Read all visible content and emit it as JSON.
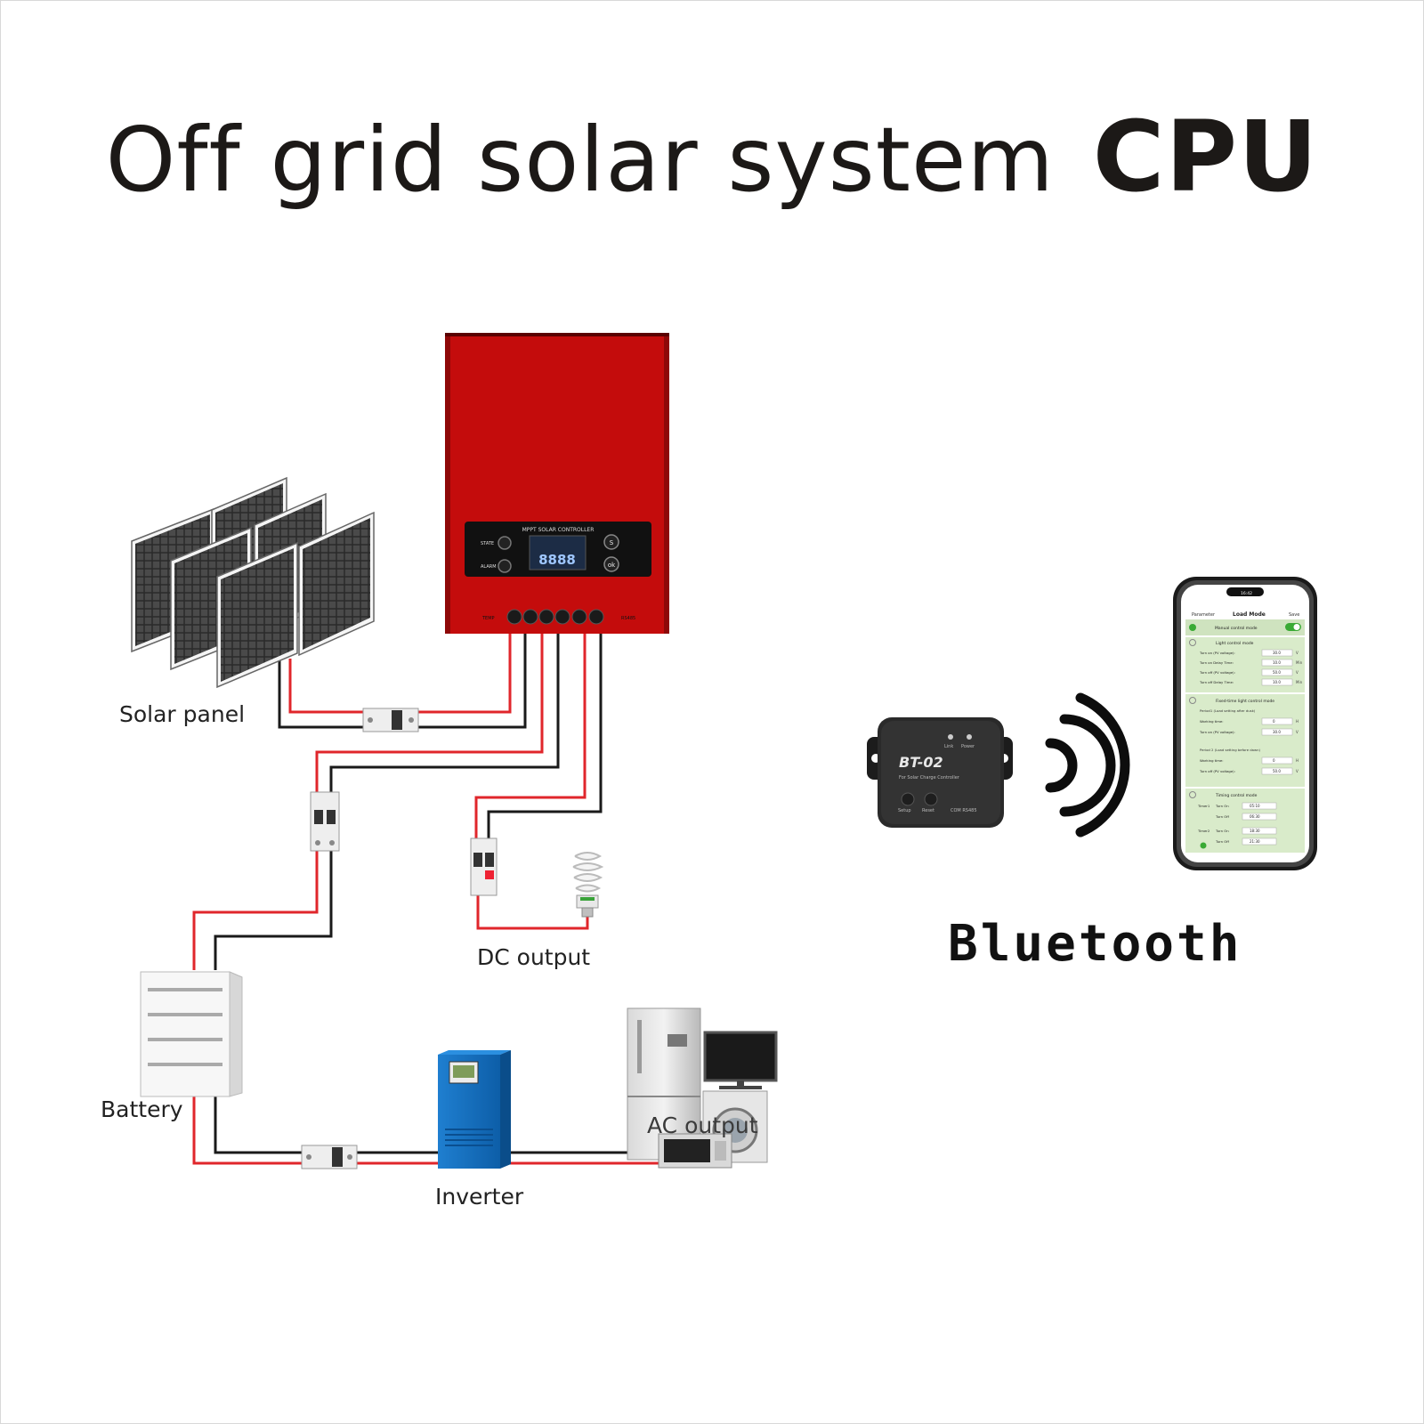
{
  "title": {
    "main": "Off grid solar system ",
    "emphasis": "CPU"
  },
  "controller": {
    "panel_title": "MPPT SOLAR CONTROLLER",
    "state_label": "STATE",
    "alarm_label": "ALARM",
    "display_value": "8888",
    "button_s": "S",
    "button_ok": "ok",
    "port_left": "TEMP",
    "port_right": "RS485",
    "color": "#c40c0c"
  },
  "labels": {
    "solar_panel": "Solar panel",
    "battery": "Battery",
    "dc_output": "DC output",
    "inverter": "Inverter",
    "ac_output": "AC output",
    "bluetooth": "Bluetooth"
  },
  "bt_module": {
    "model": "BT-02",
    "subtitle": "For Solar Charge Controller",
    "btn1": "Setup",
    "btn2": "Reset",
    "port": "COM RS485",
    "led1": "Link",
    "led2": "Power"
  },
  "phone": {
    "time": "16:42",
    "back_label": "Parameter",
    "screen_title": "Load Mode",
    "save_label": "Save",
    "sections": {
      "manual": "Manual control mode",
      "light": "Light control mode",
      "fixed": "Fixed-time light control mode",
      "timing": "Timing control mode"
    },
    "light_rows": [
      {
        "label": "Turn on (PV voltage):",
        "value": "30.0",
        "unit": "V"
      },
      {
        "label": "Turn on Delay Time:",
        "value": "10.0",
        "unit": "Min"
      },
      {
        "label": "Turn off (PV voltage):",
        "value": "50.0",
        "unit": "V"
      },
      {
        "label": "Turn off Delay Time:",
        "value": "10.0",
        "unit": "Min"
      }
    ],
    "period1": "Period1 (Load setting after dusk)",
    "period1_rows": [
      {
        "label": "Working time:",
        "value": "0",
        "unit": "H"
      },
      {
        "label": "Turn on (PV voltage):",
        "value": "30.0",
        "unit": "V"
      }
    ],
    "period2": "Period 2 (Load setting before dawn)",
    "period2_rows": [
      {
        "label": "Working time:",
        "value": "0",
        "unit": "H"
      },
      {
        "label": "Turn off (PV voltage):",
        "value": "50.0",
        "unit": "V"
      }
    ],
    "timer_rows": [
      {
        "timer": "Timer1",
        "label": "Turn On",
        "value": "05:10"
      },
      {
        "timer": "",
        "label": "Turn Off",
        "value": "06:30"
      },
      {
        "timer": "Timer2",
        "label": "Turn On",
        "value": "18:30"
      },
      {
        "timer": "",
        "label": "Turn Off",
        "value": "21:30"
      }
    ]
  },
  "colors": {
    "wire_pos": "#e0262b",
    "wire_neg": "#1a1a1a",
    "phone_screen": "#cfe3bf",
    "phone_accent": "#3aaa35"
  }
}
